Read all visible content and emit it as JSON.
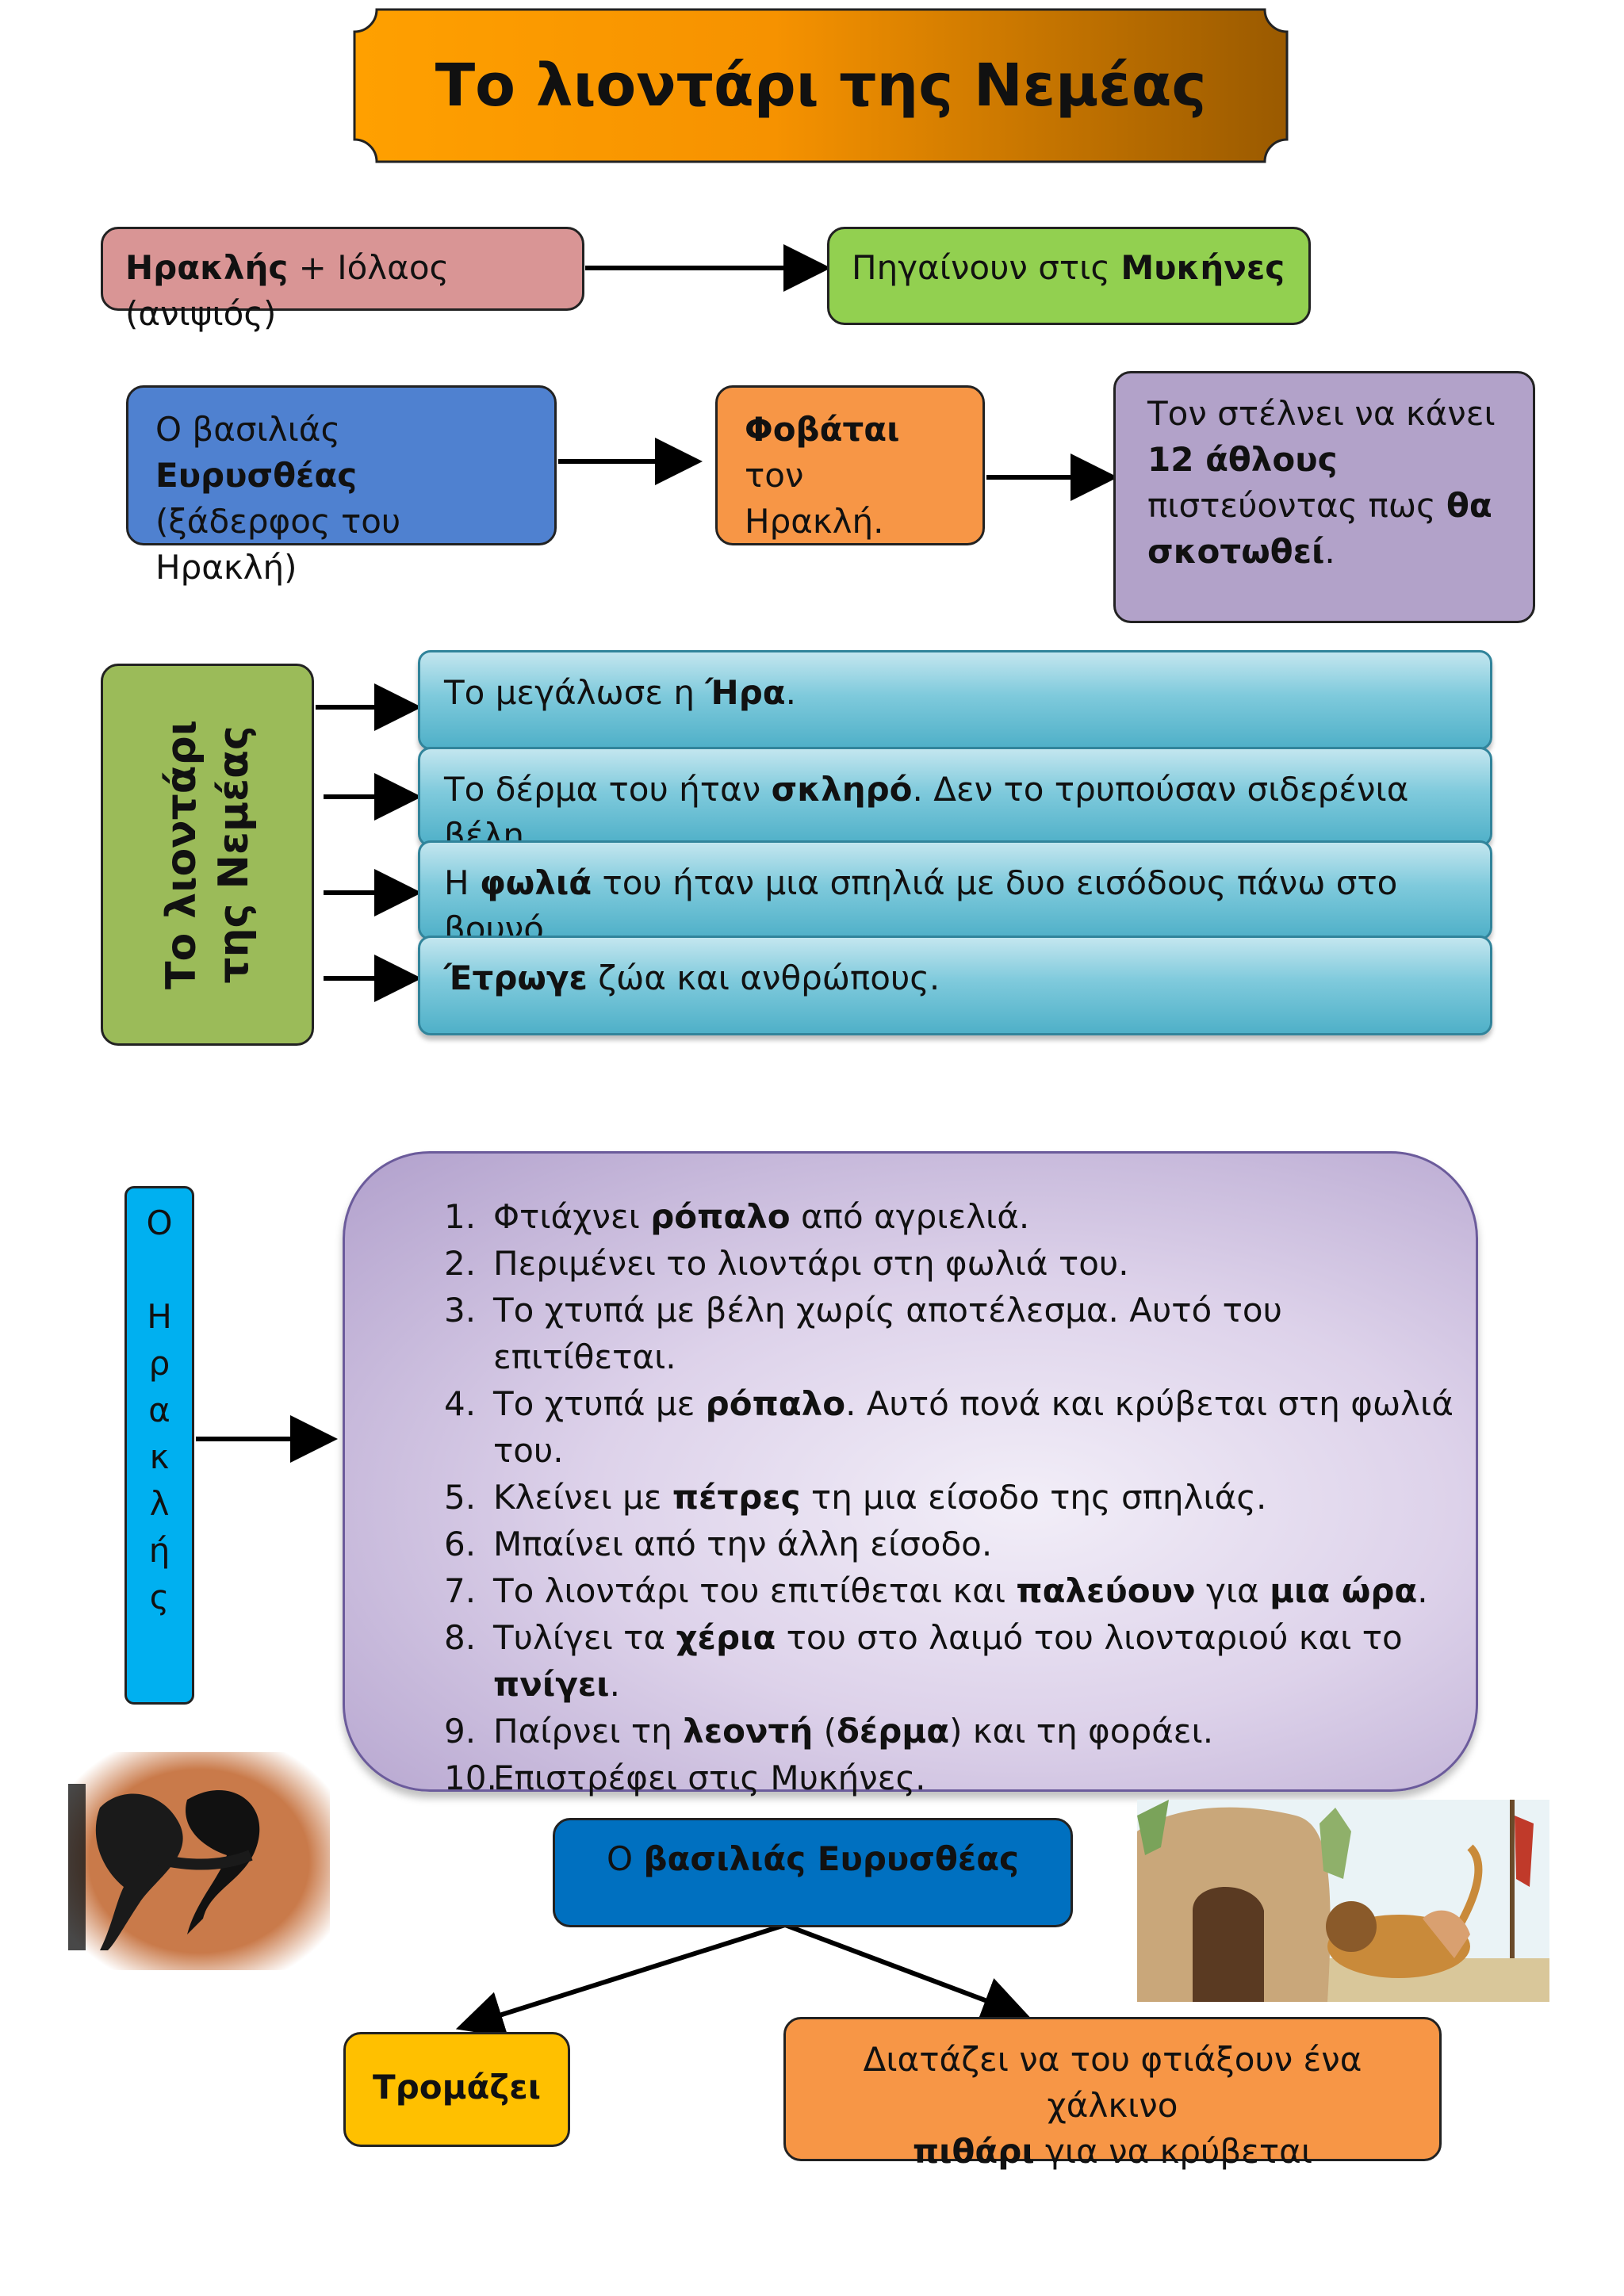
{
  "title": "Το λιοντάρι της Νεμέας",
  "colors": {
    "banner_start": "#ffa500",
    "banner_end": "#9a5a00",
    "heracles_box": "#d99595",
    "mycenae_box": "#92d050",
    "eurystheus_box": "#4f81d0",
    "fear_box": "#f79646",
    "labours_box": "#b2a2c9",
    "lion_box": "#9bbb59",
    "facts_box": "#4fb0c8",
    "heracles_vertical": "#00b0f0",
    "bottom_king": "#0070c0",
    "afraid_box": "#ffc000",
    "jar_box": "#f79646"
  },
  "row1": {
    "heracles_bold": "Ηρακλής",
    "heracles_rest": " + Ιόλαος (ανιψιός)",
    "mycenae_text": "Πηγαίνουν στις ",
    "mycenae_bold": "Μυκήνες"
  },
  "row2": {
    "king_prefix": "Ο βασιλιάς ",
    "king_bold": "Ευρυσθέας",
    "king_rest": "(ξάδερφος του Ηρακλή)",
    "fear_bold": "Φοβάται",
    "fear_rest1": " τον",
    "fear_rest2": "Ηρακλή.",
    "labours_line1": "Τον στέλνει να κάνει",
    "labours_bold1": "12 άθλους",
    "labours_line3": "πιστεύοντας πως ",
    "labours_bold2": "θα",
    "labours_bold3": "σκοτωθεί",
    "labours_end": "."
  },
  "lion": {
    "vertical_line1": "Το λιοντάρι",
    "vertical_line2": "της Νεμέας",
    "fact1_a": "Το μεγάλωσε η ",
    "fact1_b": "Ήρα",
    "fact1_c": ".",
    "fact2_a": "Το δέρμα του ήταν ",
    "fact2_b": "σκληρό",
    "fact2_c": ". Δεν το τρυπούσαν σιδερένια βέλη.",
    "fact3_a": "Η ",
    "fact3_b": "φωλιά",
    "fact3_c": " του ήταν μια σπηλιά με δυο εισόδους πάνω στο βουνό.",
    "fact4_b": "Έτρωγε",
    "fact4_c": " ζώα και ανθρώπους."
  },
  "heracles_vertical": [
    "Ο",
    "",
    "Η",
    "ρ",
    "α",
    "κ",
    "λ",
    "ή",
    "ς"
  ],
  "steps": {
    "n1": "1.",
    "s1a": "Φτιάχνει ",
    "s1b": "ρόπαλο",
    "s1c": " από αγριελιά.",
    "n2": "2.",
    "s2a": "Περιμένει το λιοντάρι στη φωλιά του.",
    "n3": "3.",
    "s3a": "Το χτυπά με βέλη χωρίς αποτέλεσμα. Αυτό του επιτίθεται.",
    "n4": "4.",
    "s4a": "Το χτυπά με ",
    "s4b": "ρόπαλο",
    "s4c": ". Αυτό πονά και κρύβεται στη φωλιά",
    "s4d": "του.",
    "n5": "5.",
    "s5a": "Κλείνει με ",
    "s5b": "πέτρες",
    "s5c": " τη μια είσοδο της σπηλιάς.",
    "n6": "6.",
    "s6a": "Μπαίνει από την άλλη είσοδο.",
    "n7": "7.",
    "s7a": "Το λιοντάρι του επιτίθεται και ",
    "s7b": "παλεύουν",
    "s7c": " για ",
    "s7d": "μια ώρα",
    "s7e": ".",
    "n8": "8.",
    "s8a": "Τυλίγει τα ",
    "s8b": "χέρια",
    "s8c": " του στο λαιμό του λιονταριού και το",
    "s8d": "πνίγει",
    "n9": "9.",
    "s9a": "Παίρνει τη ",
    "s9b": "λεοντή",
    "s9c": " (",
    "s9d": "δέρμα",
    "s9e": ") και τη φοράει.",
    "n10": "10.",
    "s10a": "Επιστρέφει στις Μυκήνες."
  },
  "bottom": {
    "king_prefix": "Ο ",
    "king_bold": "βασιλιάς Ευρυσθέας",
    "afraid": "Τρομάζει",
    "jar_line1": "Διατάζει να του φτιάξουν ένα χάλκινο",
    "jar_bold": "πιθάρι",
    "jar_rest": " για να κρύβεται"
  }
}
